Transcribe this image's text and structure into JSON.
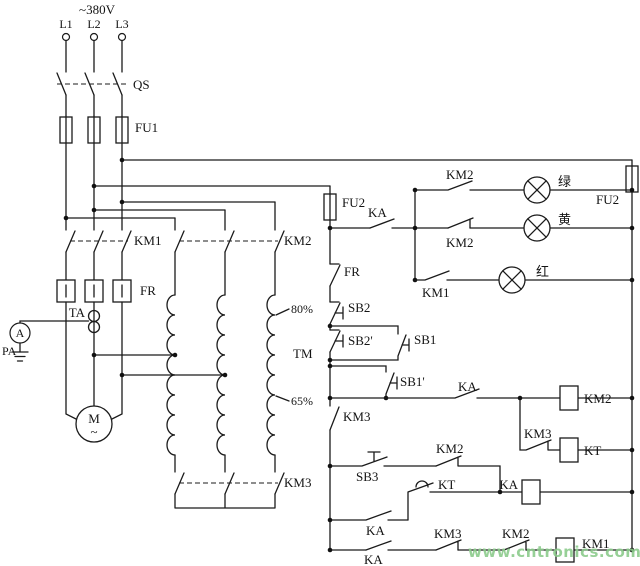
{
  "power": {
    "voltage": "~380V",
    "l1": "L1",
    "l2": "L2",
    "l3": "L3"
  },
  "main": {
    "qs": "QS",
    "fu1": "FU1",
    "km1": "KM1",
    "km2": "KM2",
    "fr": "FR",
    "ta": "TA",
    "pa": "PA",
    "ammeter": "A",
    "motor": "M",
    "motor_wave": "~",
    "tm": "TM",
    "tap80": "80%",
    "tap65": "65%",
    "km3": "KM3"
  },
  "control": {
    "fu2_left": "FU2",
    "fu2_right": "FU2",
    "km2_green": "KM2",
    "lamp_green": "绿",
    "ka_yellow": "KA",
    "km2_yellow": "KM2",
    "lamp_yellow": "黄",
    "km1_red": "KM1",
    "lamp_red": "红",
    "fr": "FR",
    "sb2": "SB2",
    "sb2p": "SB2'",
    "sb1": "SB1",
    "sb1p": "SB1'",
    "km3_seal": "KM3",
    "ka_seal": "KA",
    "km2_coil": "KM2",
    "km3_nc": "KM3",
    "kt_coil": "KT",
    "sb3": "SB3",
    "km2_nc": "KM2",
    "kt_contact": "KT",
    "ka_coil": "KA",
    "ka_mid": "KA",
    "ka_bottom": "KA",
    "km3_bottom": "KM3",
    "km2_bottom": "KM2",
    "km1_coil": "KM1"
  },
  "watermark": {
    "text": "www.cntronics.com"
  },
  "colors": {
    "wire": "#1b1b1b",
    "watermark": "#8ccb8c"
  }
}
